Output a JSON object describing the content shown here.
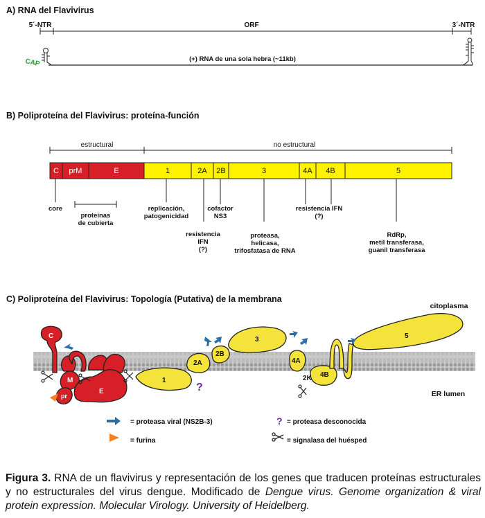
{
  "sections": {
    "a_title": "A) RNA del Flavivirus",
    "b_title": "B) Poliproteína del Flavivirus: proteína-función",
    "c_title": "C) Poliproteína del Flavivirus: Topología (Putativa) de la membrana"
  },
  "rna": {
    "ntr5": "5´-NTR",
    "orf": "ORF",
    "ntr3": "3´-NTR",
    "cap": "CAP",
    "strand": "(+) RNA de una sola hebra (~11kb)"
  },
  "polyprotein": {
    "structural": "estructural",
    "nonstructural": "no estructural",
    "segments": [
      {
        "label": "C",
        "color": "#d61f26"
      },
      {
        "label": "prM",
        "color": "#d61f26"
      },
      {
        "label": "E",
        "color": "#d61f26"
      },
      {
        "label": "1",
        "color": "#fff200"
      },
      {
        "label": "2A",
        "color": "#fff200"
      },
      {
        "label": "2B",
        "color": "#fff200"
      },
      {
        "label": "3",
        "color": "#fff200"
      },
      {
        "label": "4A",
        "color": "#fff200"
      },
      {
        "label": "4B",
        "color": "#fff200"
      },
      {
        "label": "5",
        "color": "#fff200"
      }
    ],
    "functions": {
      "core": "core",
      "envelope": [
        "proteínas",
        "de cubierta"
      ],
      "ns1": [
        "replicación,",
        "patogenicidad"
      ],
      "ns2a": [
        "resistencia",
        "IFN",
        "(?)"
      ],
      "ns2b": [
        "cofactor",
        "NS3"
      ],
      "ns3": [
        "proteasa,",
        "helicasa,",
        "trifosfatasa de RNA"
      ],
      "ns4": [
        "resistencia IFN",
        "(?)"
      ],
      "ns5": [
        "RdRp,",
        "metil transferasa,",
        "guanil transferasa"
      ]
    }
  },
  "topology": {
    "cytoplasm": "citoplasma",
    "er_lumen": "ER lumen",
    "proteins": {
      "c": "C",
      "m": "M",
      "pr": "pr",
      "e": "E",
      "ns1": "1",
      "ns2a": "2A",
      "ns2b": "2B",
      "ns3": "3",
      "ns4a": "4A",
      "k2": "2K",
      "ns4b": "4B",
      "ns5": "5",
      "unknown_mark": "?"
    },
    "colors": {
      "structural": "#d61f26",
      "nonstructural": "#f3e33a",
      "membrane": "#b5b5b5"
    }
  },
  "legend": {
    "viral_protease": "= proteasa viral (NS2B-3)",
    "unknown_protease": "= proteasa desconocida",
    "furin": "= furina",
    "signalase": "= signalasa del huésped"
  },
  "caption": {
    "lead": "Figura 3.",
    "text1": " RNA de un flavivirus y representación de los genes que traducen proteínas estructurales y no estructurales del virus dengue. Modificado de ",
    "em1": "Dengue virus. Genome organization & viral protein expression. Molecular Virology. University of Heidelberg."
  }
}
